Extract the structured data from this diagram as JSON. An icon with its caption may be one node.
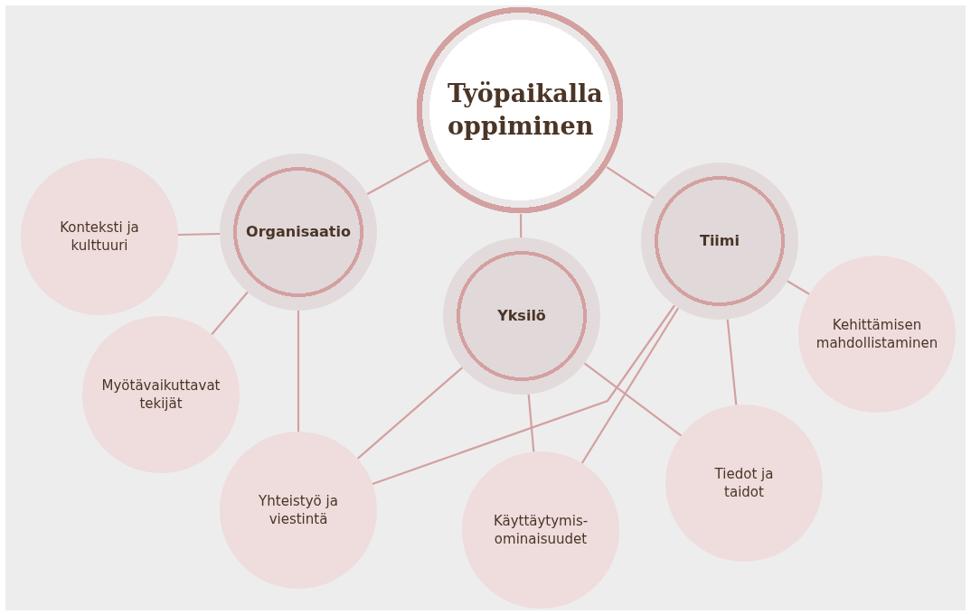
{
  "diagram": {
    "nodes": [
      {
        "text": [
          "Työpaikalla oppiminen"
        ]
      },
      {
        "text": [
          "Organisaatio"
        ]
      },
      {
        "text": [
          "Yksilö"
        ]
      },
      {
        "text": [
          "Tiimi"
        ]
      },
      {
        "text": [
          "Konteksti ja kulttuuri"
        ]
      },
      {
        "text": [
          "Myötävaikuttavat tekijät"
        ]
      },
      {
        "text": [
          "Yhteistyö ja viestintä"
        ]
      },
      {
        "text": [
          "Käyttäytymis-ominaisuudet"
        ]
      },
      {
        "text": [
          "Tiedot ja taidot"
        ]
      },
      {
        "text": [
          "Kehittämisen mahdollistaminen"
        ]
      }
    ],
    "edges": [
      {
        "from": 0,
        "to": 1,
        "arrow": "none"
      },
      {
        "from": 0,
        "to": 2,
        "arrow": "none"
      },
      {
        "from": 0,
        "to": 3,
        "arrow": "none"
      },
      {
        "from": 1,
        "to": 4,
        "arrow": "none"
      },
      {
        "from": 1,
        "to": 5,
        "arrow": "none"
      },
      {
        "from": 1,
        "to": 6,
        "arrow": "none"
      },
      {
        "from": 2,
        "to": 6,
        "arrow": "none"
      },
      {
        "from": 2,
        "to": 7,
        "arrow": "none"
      },
      {
        "from": 2,
        "to": 8,
        "arrow": "none"
      },
      {
        "from": 3,
        "to": 9,
        "arrow": "none"
      },
      {
        "from": 3,
        "to": 8,
        "arrow": "none"
      },
      {
        "from": 3,
        "to": 7,
        "arrow": "none"
      },
      {
        "from": 3,
        "to": 6,
        "arrow": "none"
      }
    ]
  }
}
